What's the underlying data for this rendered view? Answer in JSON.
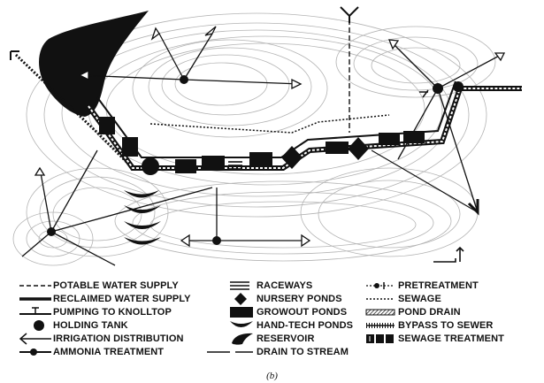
{
  "legend": {
    "col1": [
      {
        "id": "potable",
        "label": "POTABLE WATER SUPPLY",
        "symbol": "dash-line"
      },
      {
        "id": "reclaimed",
        "label": "RECLAIMED WATER SUPPLY",
        "symbol": "thick-line"
      },
      {
        "id": "pumping",
        "label": "PUMPING TO KNOLLTOP",
        "symbol": "pump-line"
      },
      {
        "id": "holding",
        "label": "HOLDING TANK",
        "symbol": "filled-circle"
      },
      {
        "id": "irrigation",
        "label": "IRRIGATION DISTRIBUTION",
        "symbol": "arrow-line"
      },
      {
        "id": "ammonia",
        "label": "AMMONIA TREATMENT",
        "symbol": "dot-line"
      }
    ],
    "col2": [
      {
        "id": "raceways",
        "label": "RACEWAYS",
        "symbol": "raceway-bars"
      },
      {
        "id": "nursery",
        "label": "NURSERY PONDS",
        "symbol": "diamond"
      },
      {
        "id": "growout",
        "label": "GROWOUT PONDS",
        "symbol": "rectangle"
      },
      {
        "id": "handtech",
        "label": "HAND-TECH PONDS",
        "symbol": "crescent"
      },
      {
        "id": "reservoir",
        "label": "RESERVOIR",
        "symbol": "blob"
      },
      {
        "id": "drain",
        "label": "DRAIN TO STREAM",
        "symbol": "long-dash-line"
      }
    ],
    "col3": [
      {
        "id": "pretreatment",
        "label": "PRETREATMENT",
        "symbol": "pretreat"
      },
      {
        "id": "sewage",
        "label": "SEWAGE",
        "symbol": "dotted-line"
      },
      {
        "id": "ponddrain",
        "label": "POND DRAIN",
        "symbol": "hatched-double"
      },
      {
        "id": "bypass",
        "label": "BYPASS TO SEWER",
        "symbol": "ticked-line"
      },
      {
        "id": "sewagetreat",
        "label": "SEWAGE TREATMENT",
        "symbol": "blocks"
      }
    ]
  },
  "caption": "(b)",
  "colors": {
    "ink": "#111111",
    "contour": "#9a9a9a",
    "paper": "#ffffff"
  }
}
